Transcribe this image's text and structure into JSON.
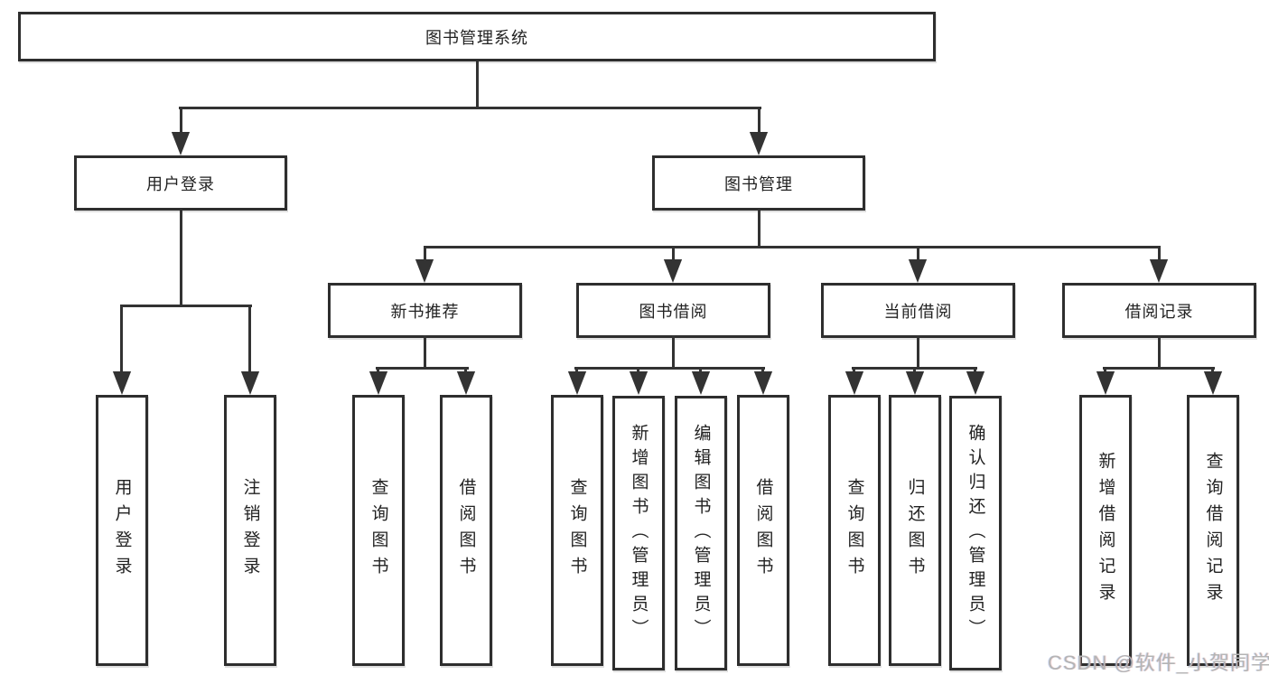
{
  "chart": {
    "root": "图书管理系统",
    "branches": [
      {
        "label": "用户登录",
        "leaves": [
          "用户登录",
          "注销登录"
        ]
      },
      {
        "label": "图书管理",
        "groups": [
          {
            "label": "新书推荐",
            "leaves": [
              "查询图书",
              "借阅图书"
            ]
          },
          {
            "label": "图书借阅",
            "leaves": [
              "查询图书",
              "新增图书（管理员）",
              "编辑图书（管理员）",
              "借阅图书"
            ]
          },
          {
            "label": "当前借阅",
            "leaves": [
              "查询图书",
              "归还图书",
              "确认归还（管理员）"
            ]
          },
          {
            "label": "借阅记录",
            "leaves": [
              "新增借阅记录",
              "查询借阅记录"
            ]
          }
        ]
      }
    ]
  },
  "watermark": "CSDN @软件_小贺同学",
  "colors": {
    "line": "#333333",
    "border": "#2e2e2e",
    "text": "#222222",
    "background": "#ffffff",
    "watermark": "#b4b4b4"
  }
}
